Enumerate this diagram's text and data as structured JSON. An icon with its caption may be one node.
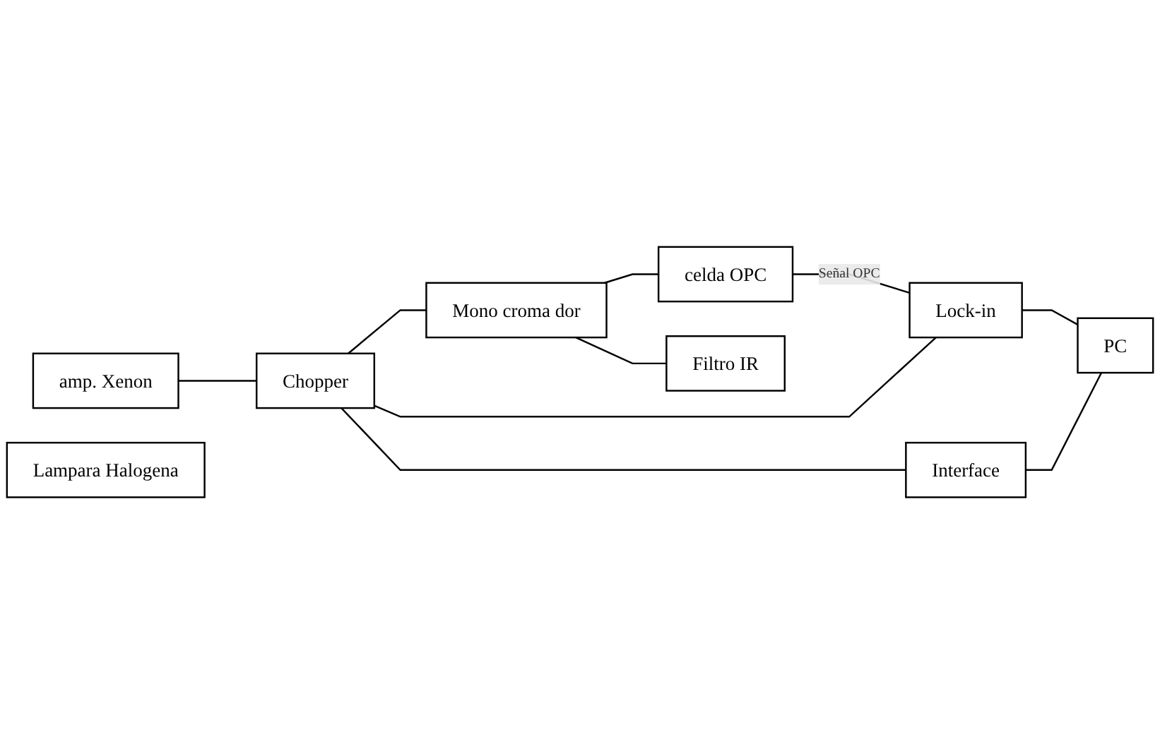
{
  "diagram": {
    "nodes": [
      {
        "text": [
          "amp. Xenon"
        ]
      },
      {
        "text": [
          "Chopper"
        ]
      },
      {
        "text": [
          "Mono croma dor"
        ]
      },
      {
        "text": [
          "celda OPC"
        ]
      },
      {
        "text": [
          "Interface"
        ]
      },
      {
        "text": [
          "Filtro IR"
        ]
      },
      {
        "text": [
          "Lock-in"
        ]
      },
      {
        "text": [
          "PC"
        ]
      },
      {
        "text": [
          "Lampara Halogena"
        ]
      }
    ],
    "edges": [
      {
        "from": 0,
        "to": 1,
        "arrow": "none"
      },
      {
        "from": 1,
        "to": 2,
        "arrow": "none"
      },
      {
        "from": 2,
        "to": 3,
        "arrow": "none"
      },
      {
        "from": 2,
        "to": 5,
        "arrow": "none"
      },
      {
        "from": 1,
        "to": 4,
        "arrow": "none"
      },
      {
        "from": 1,
        "to": 6,
        "arrow": "none"
      },
      {
        "from": 4,
        "to": 7,
        "arrow": "none"
      },
      {
        "from": 6,
        "to": 7,
        "arrow": "none"
      },
      {
        "from": 3,
        "to": 6,
        "label": "Señal OPC",
        "arrow": "none"
      }
    ]
  }
}
